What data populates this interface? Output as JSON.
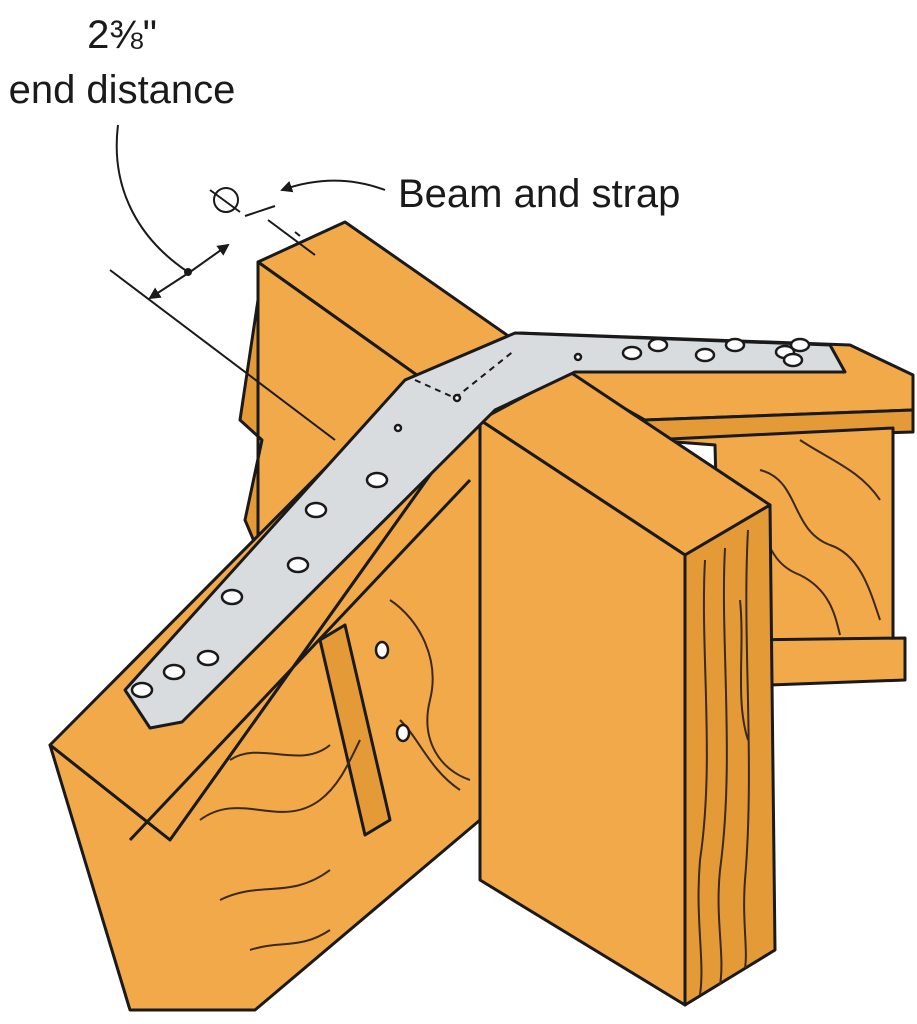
{
  "labels": {
    "dimension_value": "2⅜\"",
    "dimension_caption": "end distance",
    "callout": "Beam and strap"
  },
  "colors": {
    "wood": "#F2A94A",
    "wood_shade": "#E59A38",
    "grain": "#3a2a1a",
    "strap": "#D9DCDF",
    "strap_shade": "#BFC3C7",
    "hole": "#ffffff",
    "outline": "#1a1a1a"
  }
}
